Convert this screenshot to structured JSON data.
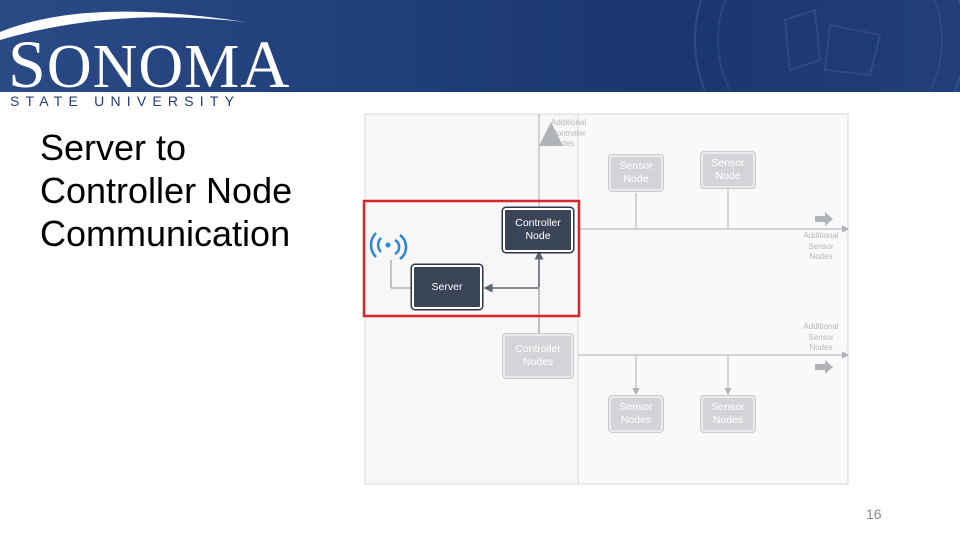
{
  "brand": {
    "wordmark_first": "S",
    "wordmark_middle": "ONOM",
    "wordmark_last": "A",
    "subtitle": "STATE UNIVERSITY",
    "banner_color": "#1f3d78"
  },
  "slide": {
    "title": "Server to\nController Node\nCommunication",
    "page_number": "16"
  },
  "diagram": {
    "highlight_color": "#d9262c",
    "nodes": {
      "server": "Server",
      "controller_node": "Controller\nNode",
      "sensor_node_1": "Sensor\nNode",
      "sensor_node_2": "Sensor\nNode",
      "controller_nodes": "Controller\nNodes",
      "sensor_nodes_1": "Sensor\nNodes",
      "sensor_nodes_2": "Sensor\nNodes"
    },
    "notes": {
      "additional_controller": "Additional\nController\nNodes",
      "additional_sensor_top": "Additional\nSensor\nNodes",
      "additional_sensor_bottom": "Additional\nSensor\nNodes"
    },
    "icons": {
      "wireless": "wireless-signal-icon"
    }
  }
}
